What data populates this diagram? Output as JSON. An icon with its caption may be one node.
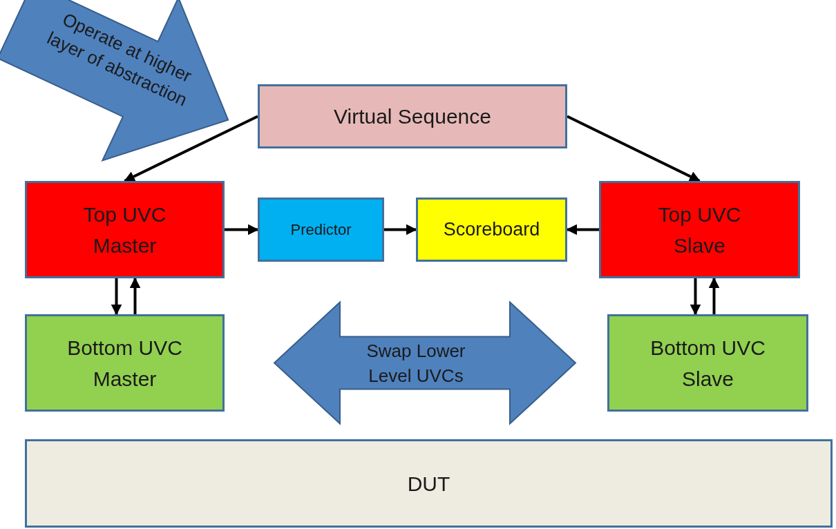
{
  "diagram": {
    "nodes": [
      {
        "text": [
          "Virtual Sequence"
        ]
      },
      {
        "text": [
          "Top UVC Master"
        ]
      },
      {
        "text": [
          "Predictor"
        ]
      },
      {
        "text": [
          "Scoreboard"
        ]
      },
      {
        "text": [
          "Top UVC Slave"
        ]
      },
      {
        "text": [
          "Bottom UVC Master"
        ]
      },
      {
        "text": [
          "Bottom UVC Slave"
        ]
      },
      {
        "text": [
          "DUT"
        ]
      },
      {
        "text": [
          "Operate at higher layer of abstraction"
        ]
      }
    ],
    "edges": [
      {
        "from": 0,
        "to": 1,
        "arrow": "to"
      },
      {
        "from": 0,
        "to": 4,
        "arrow": "to"
      },
      {
        "from": 1,
        "to": 2,
        "arrow": "to"
      },
      {
        "from": 2,
        "to": 3,
        "arrow": "to"
      },
      {
        "from": 4,
        "to": 3,
        "arrow": "to"
      },
      {
        "from": 1,
        "to": 5,
        "arrow": "to"
      },
      {
        "from": 5,
        "to": 1,
        "arrow": "to"
      },
      {
        "from": 4,
        "to": 6,
        "arrow": "to"
      },
      {
        "from": 6,
        "to": 4,
        "arrow": "to"
      },
      {
        "from": 5,
        "to": 6,
        "arrow": "both",
        "label": "Swap Lower Level UVCs",
        "style": "thick"
      }
    ]
  }
}
